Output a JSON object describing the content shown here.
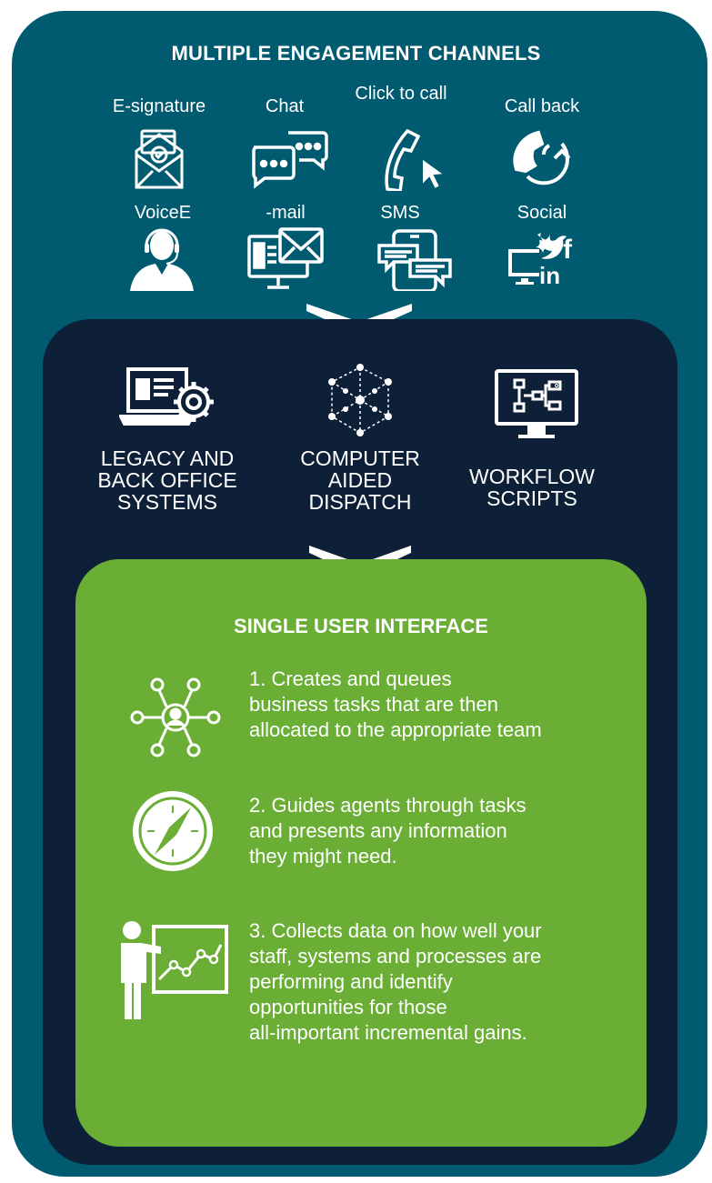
{
  "header": {
    "title": "MULTIPLE ENGAGEMENT CHANNELS"
  },
  "channels_row1": [
    {
      "label": "E-signature",
      "icon": "envelope-check-icon"
    },
    {
      "label": "Chat",
      "icon": "chat-bubbles-icon"
    },
    {
      "label": "Click to call",
      "icon": "phone-cursor-icon"
    },
    {
      "label": "Call back",
      "icon": "phone-callback-icon"
    }
  ],
  "channels_row2": [
    {
      "label": "VoiceE",
      "icon": "headset-agent-icon"
    },
    {
      "label": "-mail",
      "icon": "monitor-mail-icon"
    },
    {
      "label": "SMS",
      "icon": "phone-messages-icon"
    },
    {
      "label": "Social",
      "icon": "social-media-icon"
    }
  ],
  "systems": [
    {
      "label": "LEGACY AND BACK OFFICE SYSTEMS",
      "icon": "laptop-gear-icon"
    },
    {
      "label": "COMPUTER AIDED DISPATCH",
      "icon": "network-cube-icon"
    },
    {
      "label": "WORKFLOW SCRIPTS",
      "icon": "monitor-flowchart-icon"
    }
  ],
  "interface": {
    "title": "SINGLE USER INTERFACE",
    "features": [
      {
        "text": "1. Creates and queues\nbusiness tasks that are then\nallocated to the appropriate team",
        "icon": "user-network-icon"
      },
      {
        "text": "2. Guides agents through tasks\nand presents any information\nthey might need.",
        "icon": "compass-icon"
      },
      {
        "text": "3. Collects data on how well your\nstaff, systems and processes are\nperforming and identify\nopportunities for those\nall-important incremental gains.",
        "icon": "presenter-chart-icon"
      }
    ]
  },
  "colors": {
    "outer": "#005b71",
    "inner": "#0d2038",
    "green": "#6aae35",
    "text": "#ffffff"
  }
}
